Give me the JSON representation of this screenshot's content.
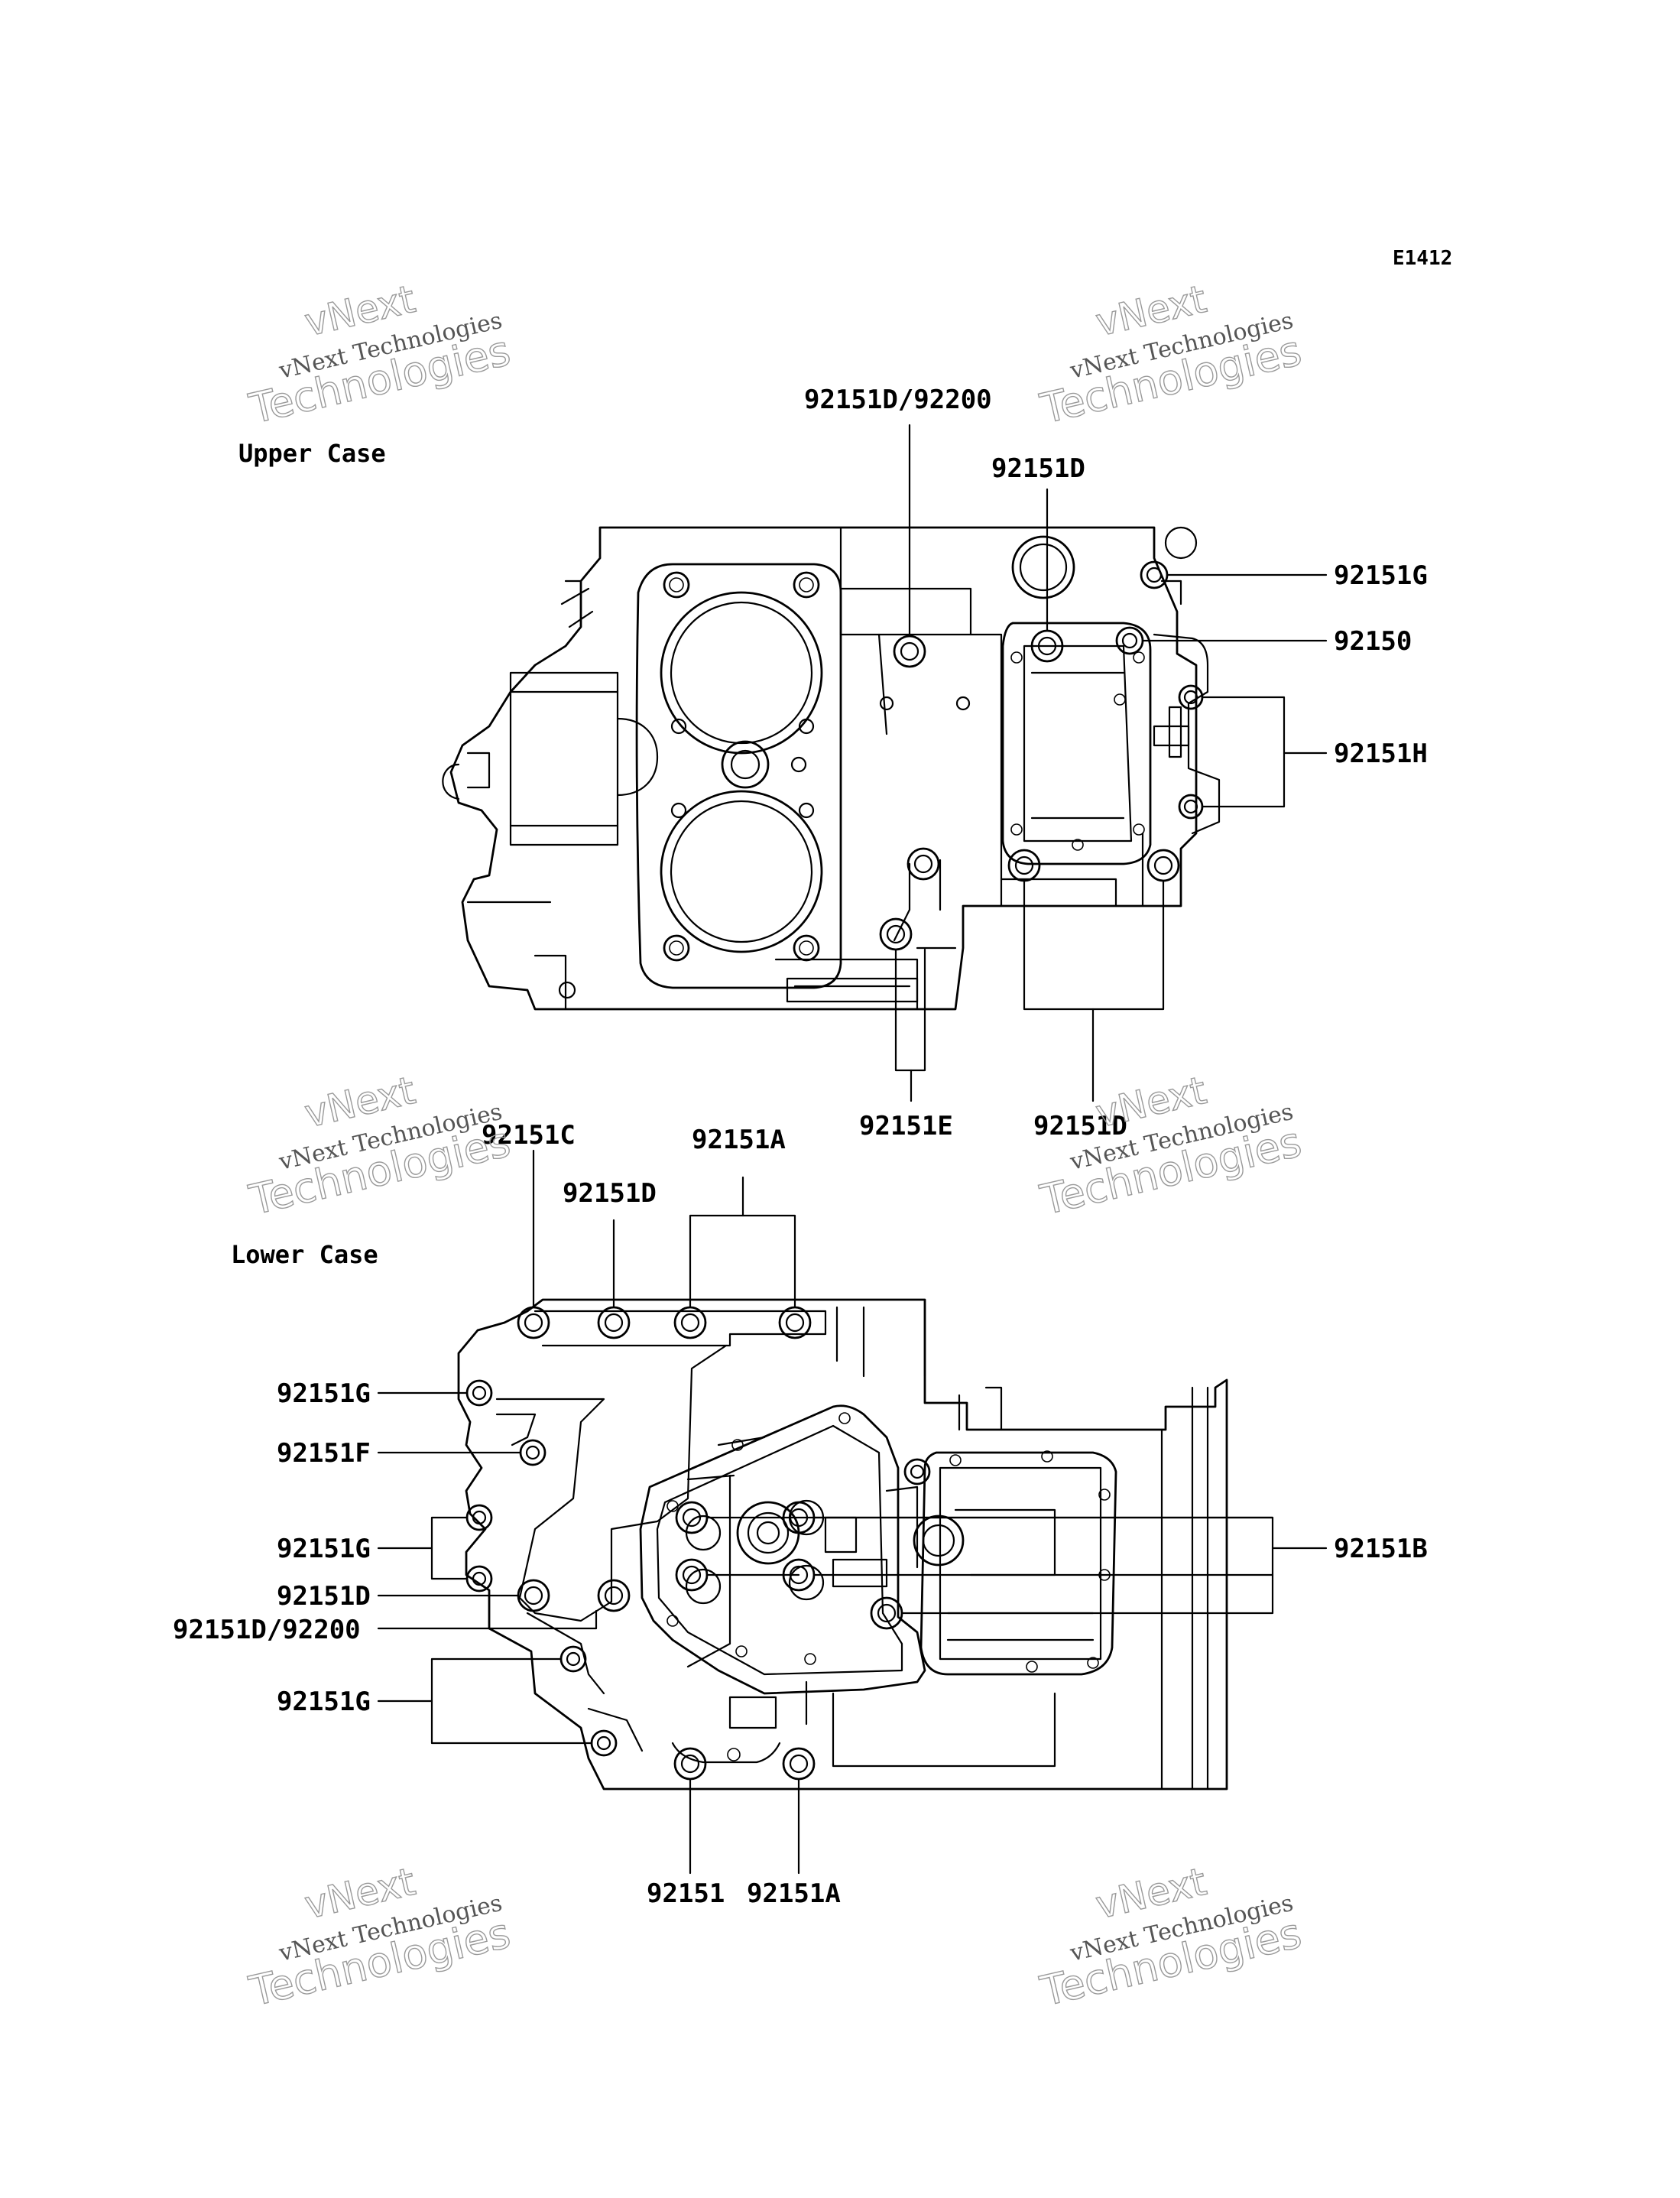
{
  "diagram_code": "E1412",
  "sections": {
    "upper": "Upper Case",
    "lower": "Lower Case"
  },
  "callouts": {
    "upper": {
      "c1": "92151D/92200",
      "c2": "92151D",
      "c3": "92151G",
      "c4": "92150",
      "c5": "92151H",
      "c6": "92151E",
      "c7": "92151D"
    },
    "lower": {
      "c1": "92151C",
      "c2": "92151A",
      "c3": "92151D",
      "c4": "92151G",
      "c5": "92151F",
      "c6": "92151G",
      "c7": "92151D",
      "c8": "92151D/92200",
      "c9": "92151G",
      "c10": "92151B",
      "c11": "92151",
      "c12": "92151A"
    }
  },
  "watermark": {
    "brand": "vNext",
    "company": "vNext Technologies",
    "word": "Technologies"
  }
}
